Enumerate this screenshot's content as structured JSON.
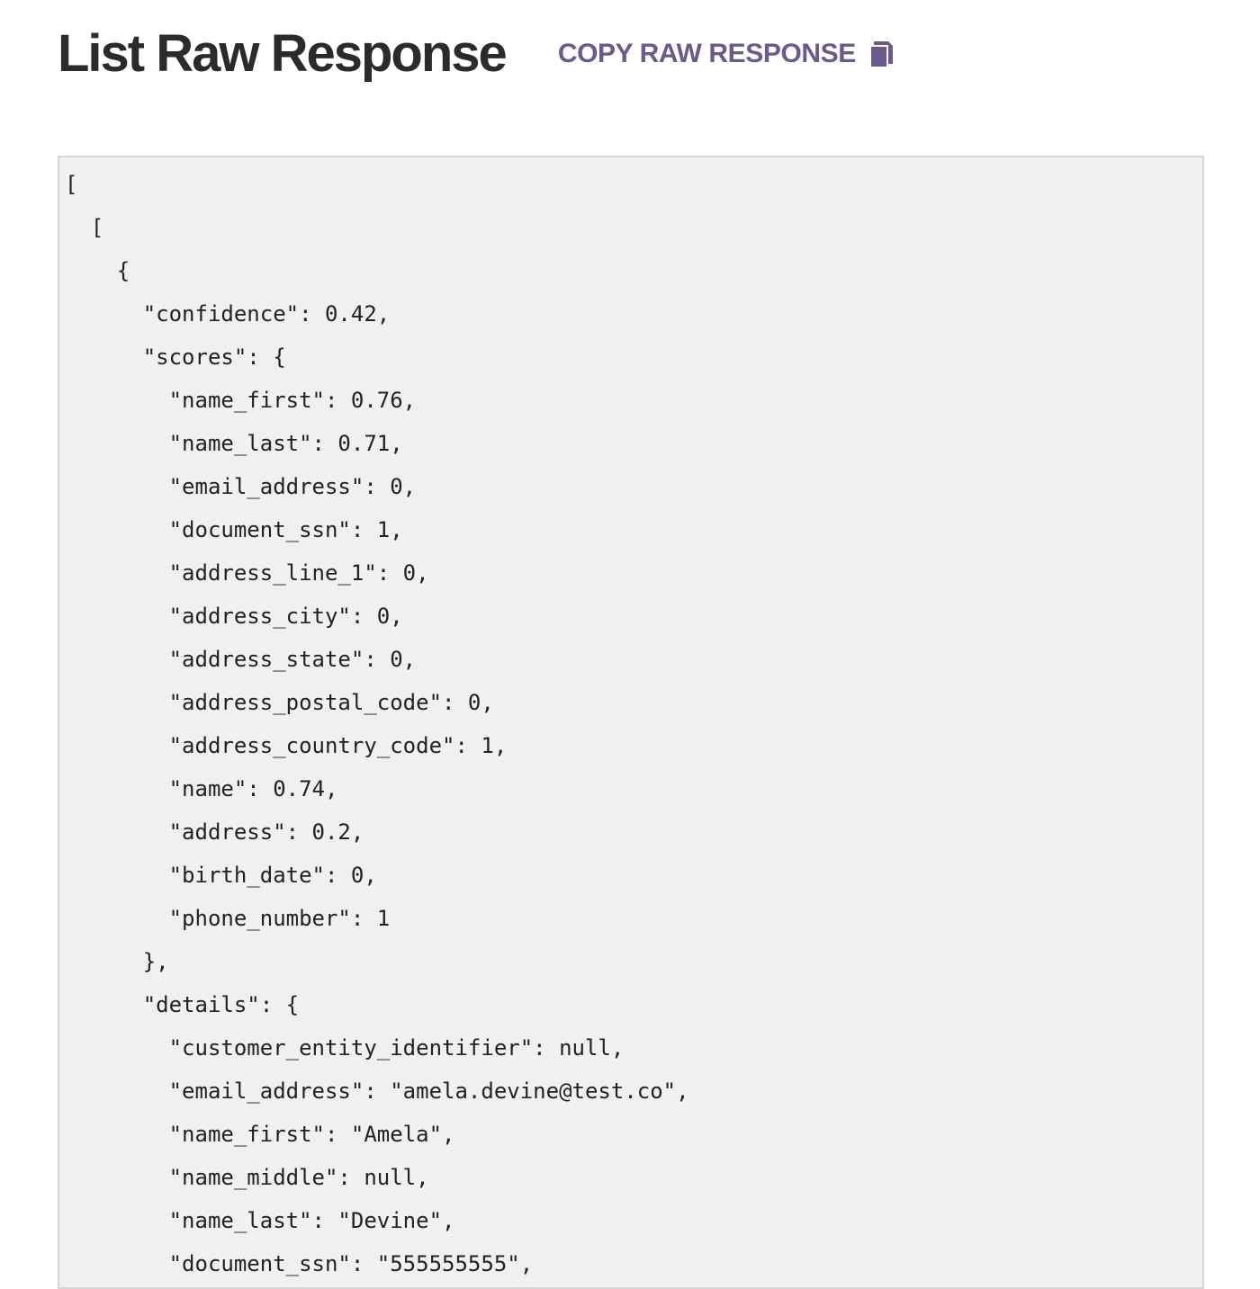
{
  "header": {
    "title": "List Raw Response",
    "copy_label": "COPY RAW RESPONSE",
    "copy_icon": "copy-icon"
  },
  "colors": {
    "title": "#2b2b2b",
    "accent": "#6b5a8e",
    "panel_bg": "#f0f0f0",
    "panel_border": "#d6d6d6"
  },
  "code": {
    "lines": [
      "[",
      "  [",
      "    {",
      "      \"confidence\": 0.42,",
      "      \"scores\": {",
      "        \"name_first\": 0.76,",
      "        \"name_last\": 0.71,",
      "        \"email_address\": 0,",
      "        \"document_ssn\": 1,",
      "        \"address_line_1\": 0,",
      "        \"address_city\": 0,",
      "        \"address_state\": 0,",
      "        \"address_postal_code\": 0,",
      "        \"address_country_code\": 1,",
      "        \"name\": 0.74,",
      "        \"address\": 0.2,",
      "        \"birth_date\": 0,",
      "        \"phone_number\": 1",
      "      },",
      "      \"details\": {",
      "        \"customer_entity_identifier\": null,",
      "        \"email_address\": \"amela.devine@test.co\",",
      "        \"name_first\": \"Amela\",",
      "        \"name_middle\": null,",
      "        \"name_last\": \"Devine\",",
      "        \"document_ssn\": \"555555555\","
    ]
  }
}
